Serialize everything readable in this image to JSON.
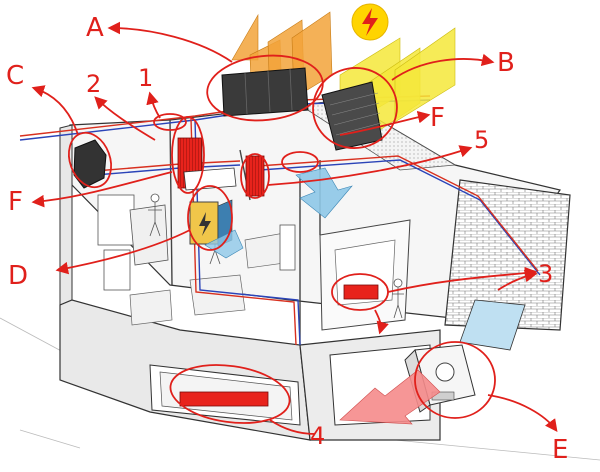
{
  "labels": {
    "a": "A",
    "b": "B",
    "c": "C",
    "d": "D",
    "e": "E",
    "f_left": "F",
    "f_right": "F",
    "n1": "1",
    "n2": "2",
    "n3": "3",
    "n4": "4",
    "n5": "5"
  },
  "colors": {
    "annotation": "#e0201b",
    "solar_thermal": "#f2a33a",
    "photovoltaic": "#f5e83a",
    "heat_flow": "#f58b8b",
    "cool_flow": "#8ec8e8",
    "radiator": "#e8231c",
    "pipe_hot": "#d8301f",
    "pipe_cold": "#2b44b8",
    "sun": "#ffd400"
  },
  "icons": {
    "sun": "sun-icon",
    "lightning": "lightning-icon"
  }
}
